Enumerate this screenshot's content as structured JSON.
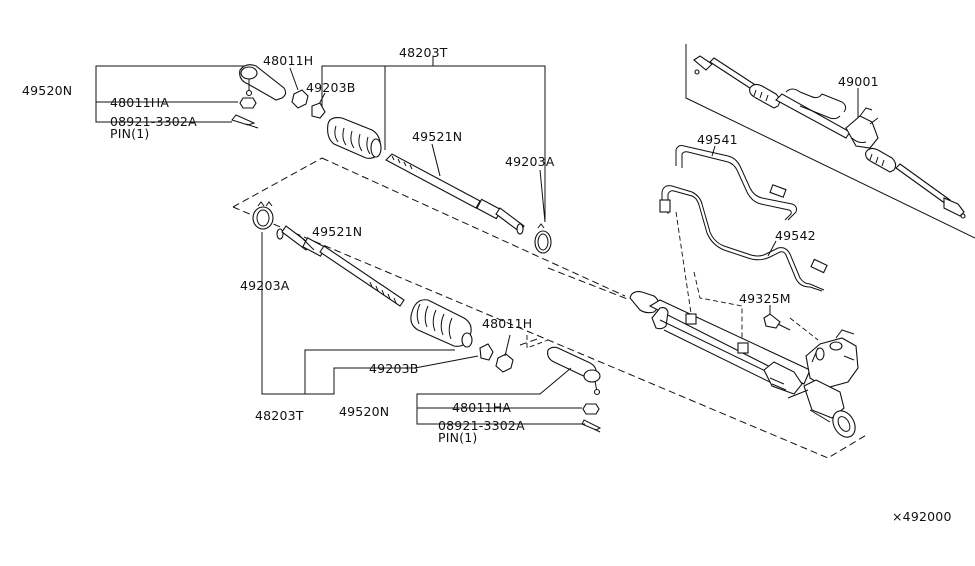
{
  "diagram": {
    "code": "×492000",
    "labels": {
      "ul_49520N": "49520N",
      "ul_48011HA": "48011HA",
      "ul_08921": "08921-3302A",
      "ul_pin": "PIN(1)",
      "ul_48011H": "48011H",
      "ul_49203B": "49203B",
      "ul_48203T": "48203T",
      "ul_49521N": "49521N",
      "ul_49203A": "49203A",
      "ll_49521N": "49521N",
      "ll_49203A": "49203A",
      "ll_49203B": "49203B",
      "ll_48203T": "48203T",
      "ll_48011H": "48011H",
      "ll_49520N": "49520N",
      "ll_48011HA": "48011HA",
      "ll_08921": "08921-3302A",
      "ll_pin": "PIN(1)",
      "r_49001": "49001",
      "r_49541": "49541",
      "r_49542": "49542",
      "r_49325M": "49325M"
    }
  }
}
